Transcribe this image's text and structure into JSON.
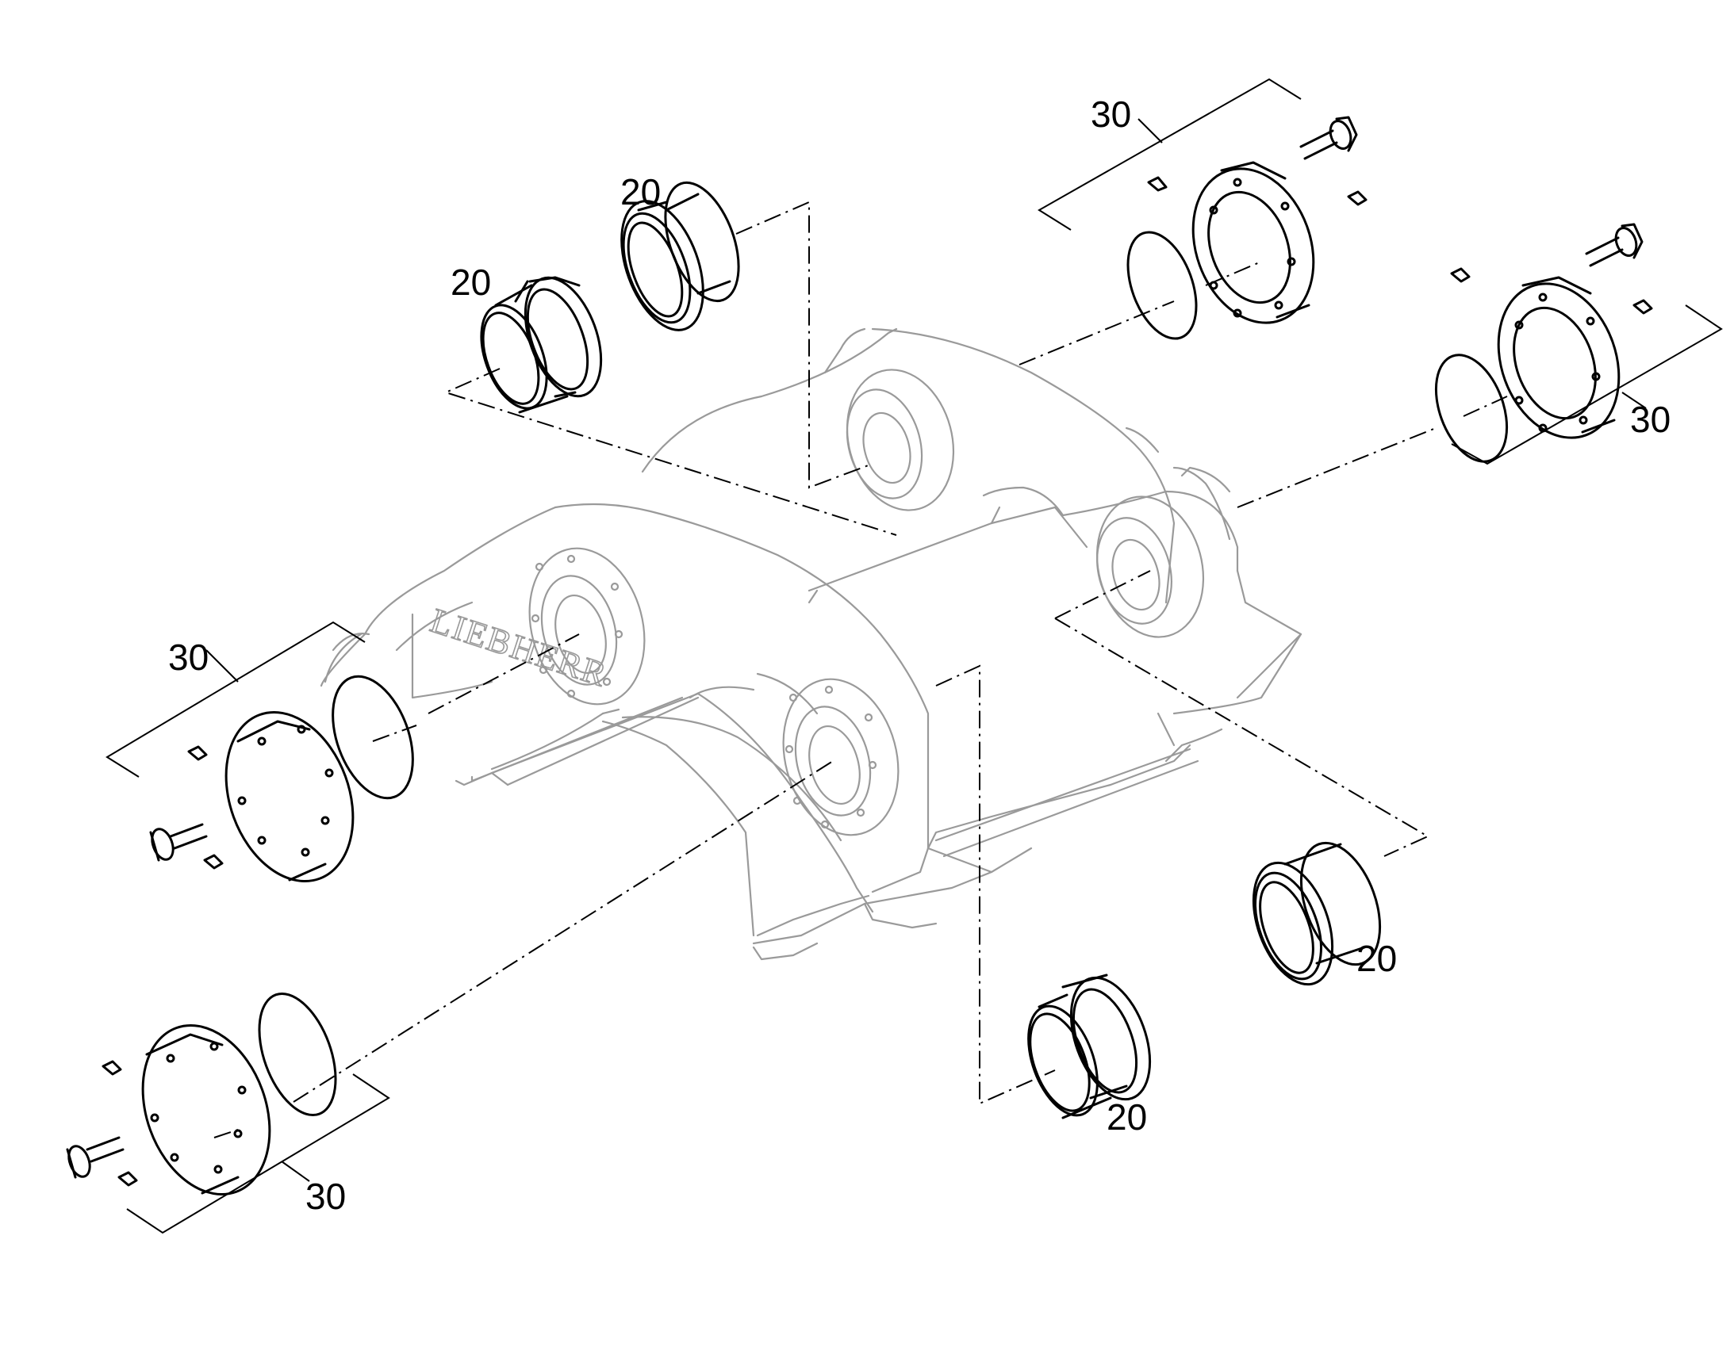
{
  "colors": {
    "line": "#000000",
    "ghost": "#9a9a9a",
    "background": "#ffffff"
  },
  "housing": {
    "brand_mark": "LIEBHERR"
  },
  "callouts": {
    "bushing_top_left": "20",
    "bushing_top_center": "20",
    "bushing_bottom_center": "20",
    "bushing_bottom_right": "20",
    "cover_top_right_upper": "30",
    "cover_top_right_lower": "30",
    "cover_left_upper": "30",
    "cover_left_lower": "30"
  }
}
